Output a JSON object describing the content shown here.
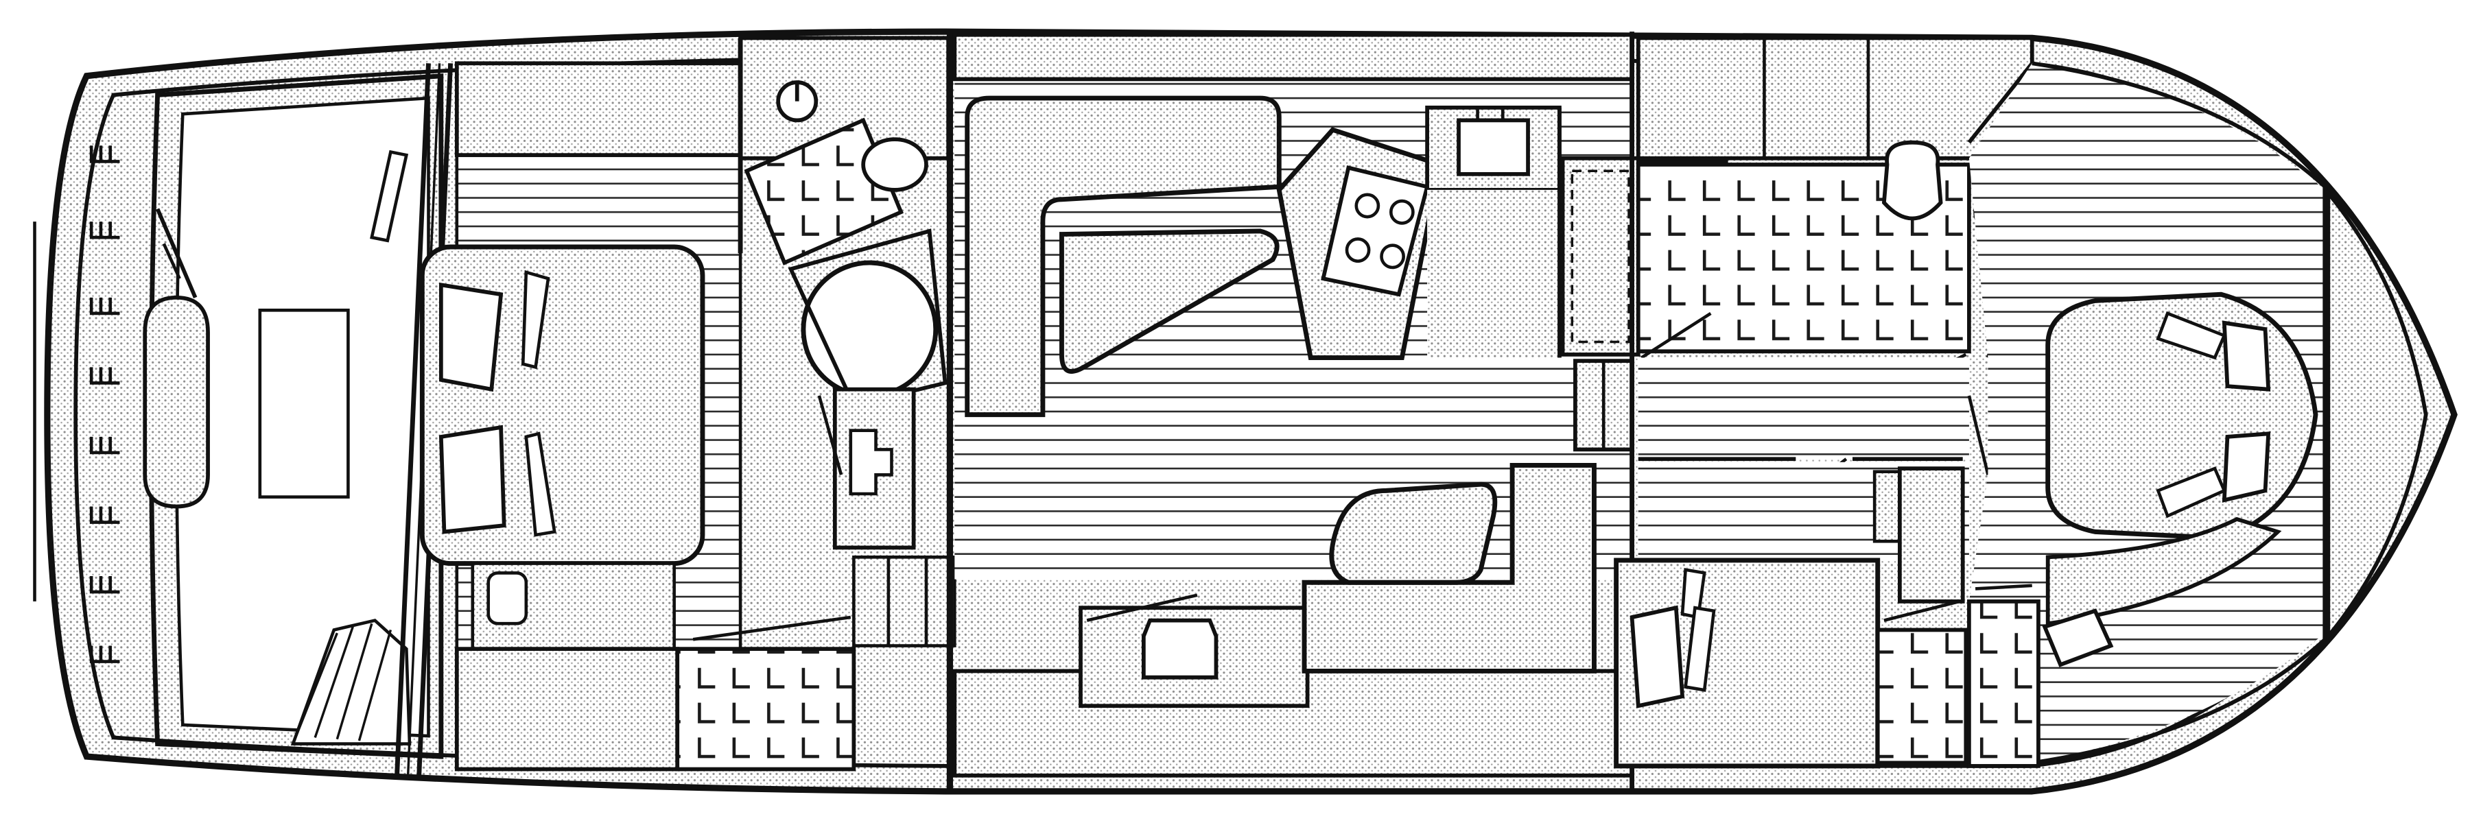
{
  "figure": {
    "kind": "boat deck floor plan",
    "style": "black line art with stippled upholstery and striped teak flooring",
    "colors": {
      "ink": "#111111",
      "paper": "#ffffff",
      "stipple": "#9a9a9a"
    }
  },
  "regions": [
    {
      "id": "aft-cockpit",
      "icon": "swim-platform-icon"
    },
    {
      "id": "aft-stateroom",
      "icon": "double-berth-icon"
    },
    {
      "id": "aft-head",
      "icon": "toilet-icon"
    },
    {
      "id": "salon",
      "icon": "settee-icon"
    },
    {
      "id": "galley",
      "icon": "stove-icon"
    },
    {
      "id": "forward-head",
      "icon": "toilet-icon"
    },
    {
      "id": "forward-stateroom",
      "icon": "v-berth-icon"
    }
  ]
}
